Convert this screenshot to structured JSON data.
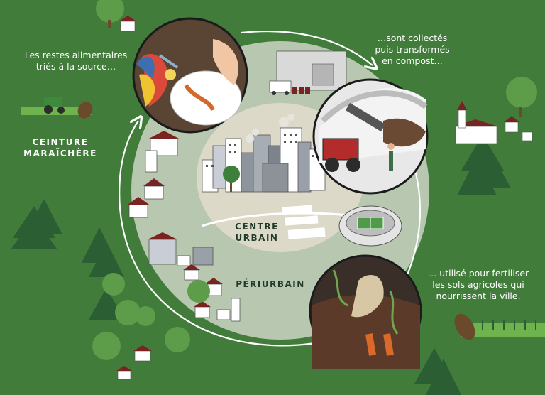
{
  "steps": {
    "step1": {
      "line1": "Les restes alimentaires",
      "line2": "triés à la source…"
    },
    "step2": {
      "line1": "…sont collectés",
      "line2": "puis transformés",
      "line3": "en compost…"
    },
    "step3": {
      "line1": "… utilisé pour fertiliser",
      "line2": "les sols agricoles qui",
      "line3": "nourrissent la ville."
    }
  },
  "zones": {
    "ceinture": {
      "line1": "CEINTURE",
      "line2": "MARAÎCHÈRE"
    },
    "centre": {
      "line1": "CENTRE",
      "line2": "URBAIN"
    },
    "periurbain": "PÉRIURBAIN"
  },
  "colors": {
    "field": "#3f7a3a",
    "periurban": "#b7c7b0",
    "urban": "#ddd9c9",
    "tree": "#2c5e34",
    "roof": "#7a2323"
  }
}
